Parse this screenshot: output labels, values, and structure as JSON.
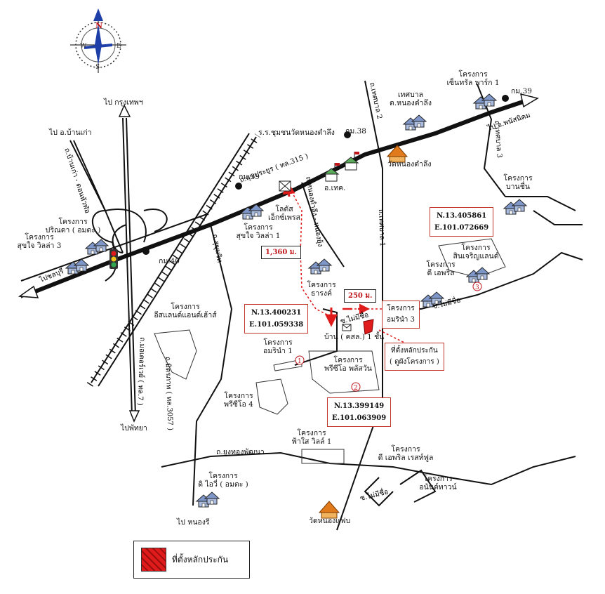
{
  "compass": {
    "n": "N",
    "s": "S",
    "e": "E",
    "w": "W"
  },
  "directions": {
    "bangkok": "ไป กรุงเทพฯ",
    "ban_kao": "ไป อ.บ้านเก่า",
    "chonburi": "ไปชลบุรี",
    "pattaya": "ไปพัทยา",
    "nong_ri": "ไป หนองรี",
    "phanat_nikhom": "ไป อ.พนัสนิคม"
  },
  "km_markers": {
    "km39_east": "กม.39",
    "km38": "กม.38",
    "km39_west": "กม.39",
    "km40": "กม.40"
  },
  "roads": {
    "sukprayoon": "ถ.สุขประยูร ( ทล.315 )",
    "ban_kao_rd": "ถ.บ้านเก่า - ดอนหัวฬ่อ",
    "motorway": "ถ.มอเตอร์เวย์ ( ทล.7 )",
    "nongtamlueng_rd": "ถ.หนองตำลึง - หนองยุ้ง",
    "thetsaban2": "ถ.เทศบาล 2",
    "thetsaban1": "ถ.เทศบาล 1",
    "thetsaban3": "ถ.เทศบาล 3",
    "mairuesue_upper": "ซ.ไม่มีชื่อ",
    "mairuesue_small": "ซ.ไม่มีชื่อ",
    "mairuesue_lower": "ซ.ไม่มีชื่อ",
    "sukhumvit_rd": "ถ.สุขุมวิท",
    "mittraphap_rd": "ถ.มิตรภาพ ( ทล.3057 )",
    "yung_thong": "ถ.ยูงทองพัฒนา"
  },
  "places": {
    "school": "ร.ร.ชุมชนวัดหนองตำลึง",
    "thetsaban": "เทศบาล\nต.หนองตำลึง",
    "wat_nongtamlueng": "วัดหนองตำลึง",
    "district_office": "อ.เทค.",
    "lotus": "โลตัส\nเอ็กซ์เพรส",
    "wat_nongfab": "วัดหนองแฟบ"
  },
  "projects": {
    "center_park": "โครงการ\nเซ็นทรัล พาร์ก 1",
    "ban_chuen": "โครงการ\nบานชื่น",
    "prinda": "โครงการ\nปริณดา ( อมตะ )",
    "sukjai3": "โครงการ\nสุขใจ วิลล่า 3",
    "sukjai1": "โครงการ\nสุขใจ วิลล่า 1",
    "tharangk": "โครงการ\nธารงค์",
    "sincharoen": "โครงการ\nสินเจริญแลนด์",
    "d_april": "โครงการ\nดี เอพริล",
    "amarin3": "โครงการ\nอมรินำ 3",
    "eastland": "โครงการ\nอีสแลนด์แอนด์เฮ้าส์",
    "amarin1": "โครงการ\nอมรินำ 1",
    "pre_sio": "โครงการ\nพรีซีโอ พลัสวัน",
    "pre_sio4": "โครงการ\nพรีซีโอ 4",
    "fisai": "โครงการ\nฟ้าใส วิลล์ 1",
    "d_april_resort": "โครงการ\nดี เอพริล เรสท์ฟูล",
    "anan_town": "โครงการ\nอนันต์ทาวน์",
    "d_vy": "โครงการ\nดิ ไอวี่ ( อมตะ )"
  },
  "house_site": "บ้าน ( คสล.) 1 ชั้น",
  "coordinates": [
    {
      "n": "N.13.405861",
      "e": "E.101.072669"
    },
    {
      "n": "N.13.400231",
      "e": "E.101.059338"
    },
    {
      "n": "N.13.399149",
      "e": "E.101.063909"
    }
  ],
  "distances": {
    "d1": "1,360 ม.",
    "d2": "250 ม."
  },
  "collateral_callout": "ที่ตั้งหลักประกัน\n( ดูผังโครงการ )",
  "circle_markers": [
    "1",
    "2",
    "3"
  ],
  "legend": {
    "label": "ที่ตั้งหลักประกัน"
  },
  "colors": {
    "road": "#111111",
    "highlight": "#e01b1b",
    "house": "#7f96c8",
    "compass": "#1f3fa8",
    "temple": "#e07a1b"
  }
}
